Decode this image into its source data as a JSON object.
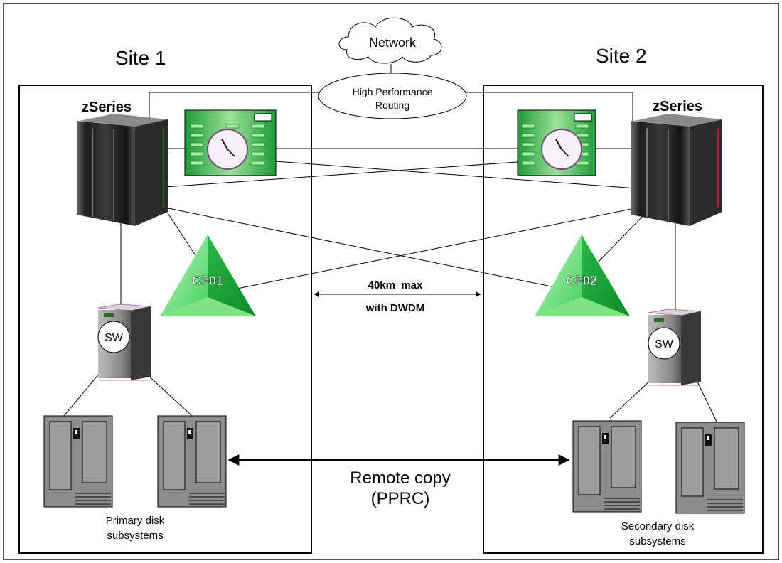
{
  "sites": {
    "site1_label": "Site 1",
    "site2_label": "Site 2"
  },
  "network": {
    "cloud_label": "Network",
    "routing_label_line1": "High Performance",
    "routing_label_line2": "Routing"
  },
  "servers": {
    "left_label": "zSeries",
    "right_label": "zSeries"
  },
  "coupling_facilities": {
    "left_label": "CF01",
    "right_label": "CF02"
  },
  "switches": {
    "left_label": "SW",
    "right_label": "SW"
  },
  "distance": {
    "line1": "40km  max",
    "line2": "with DWDM"
  },
  "replication": {
    "line1": "Remote copy",
    "line2": "(PPRC)"
  },
  "storage": {
    "primary_line1": "Primary disk",
    "primary_line2": "subsystems",
    "secondary_line1": "Secondary disk",
    "secondary_line2": "subsystems"
  },
  "colors": {
    "timer_green": "#22aa44",
    "cf_green": "#33cc55",
    "server_dark": "#2a2a2a",
    "disk_gray": "#8c8c8c"
  }
}
